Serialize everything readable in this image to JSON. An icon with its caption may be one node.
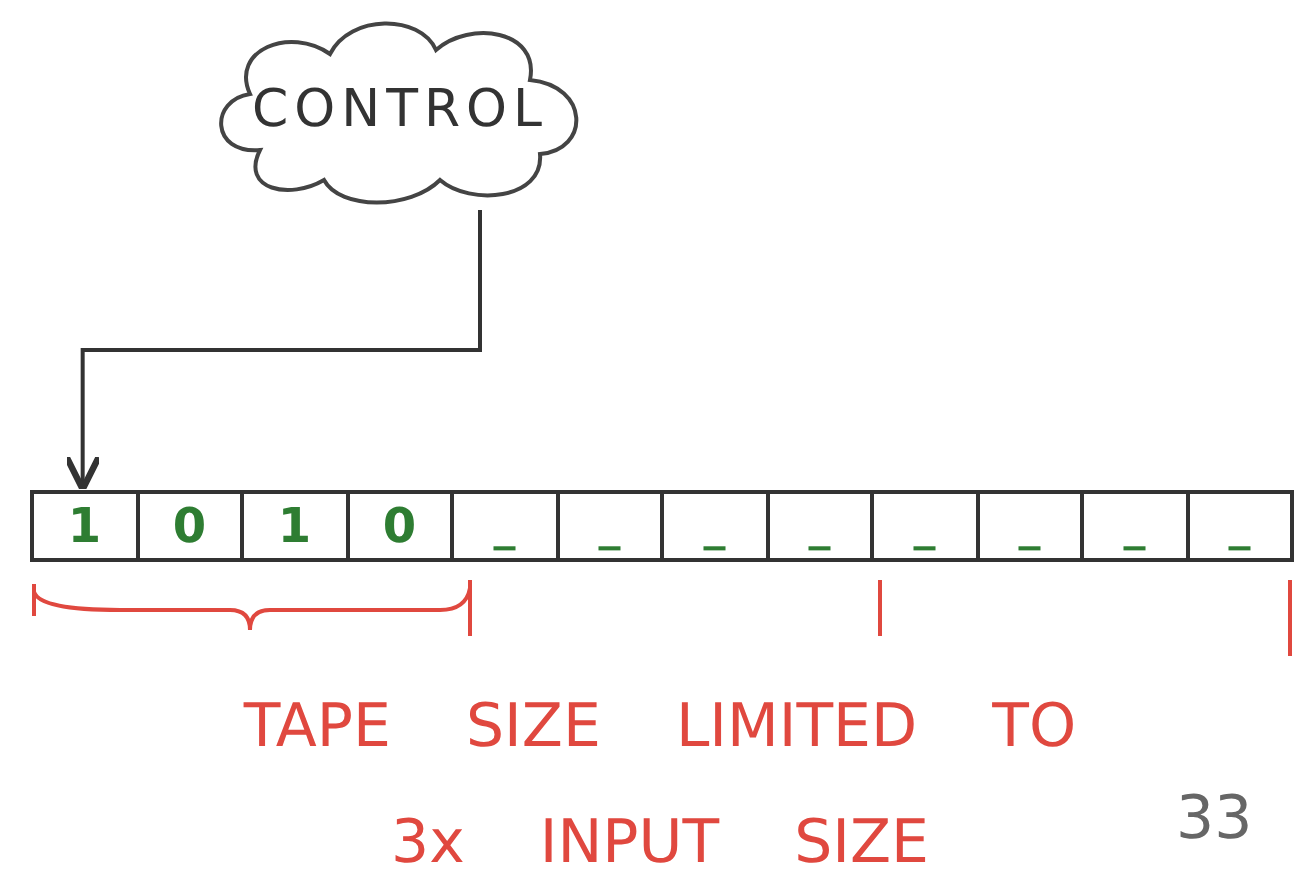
{
  "diagram": {
    "nodes": [
      {
        "text": [
          "CONTROL"
        ]
      },
      {
        "text": [],
        "shape": "bar"
      },
      {
        "text": [
          "1"
        ],
        "in": 1
      },
      {
        "text": [
          "0"
        ],
        "in": 1
      },
      {
        "text": [
          "1"
        ],
        "in": 1
      },
      {
        "text": [
          "0"
        ],
        "in": 1
      },
      {
        "text": [
          "_"
        ],
        "in": 1
      },
      {
        "text": [
          "_"
        ],
        "in": 1
      },
      {
        "text": [
          "_"
        ],
        "in": 1
      },
      {
        "text": [
          "_"
        ],
        "in": 1
      },
      {
        "text": [
          "_"
        ],
        "in": 1
      },
      {
        "text": [
          "_"
        ],
        "in": 1
      },
      {
        "text": [
          "_"
        ],
        "in": 1
      },
      {
        "text": [
          "_"
        ],
        "in": 1
      }
    ],
    "edges": [
      {
        "from": 0,
        "to": 2,
        "arrow": "to"
      }
    ],
    "labels": [
      "TAPE SIZE LIMITED TO 3x INPUT SIZE",
      "33"
    ]
  }
}
